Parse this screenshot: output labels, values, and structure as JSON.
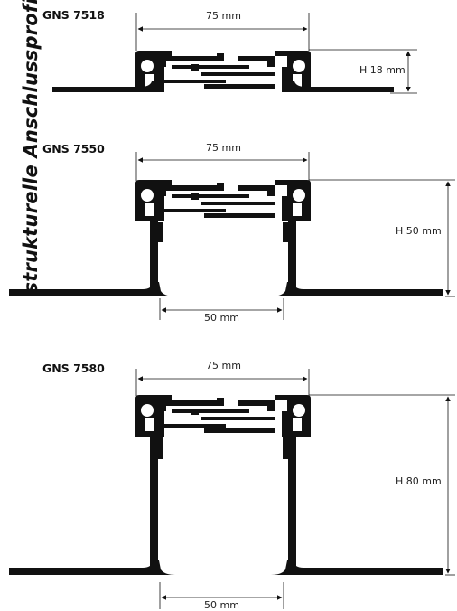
{
  "title": "strukturelle Anschlussprofile",
  "profiles": [
    {
      "name": "GNS 7518",
      "width_label": "75 mm",
      "height_label": "H 18 mm"
    },
    {
      "name": "GNS 7550",
      "width_label": "75 mm",
      "height_label": "H 50 mm",
      "gap_label": "50 mm"
    },
    {
      "name": "GNS 7580",
      "width_label": "75 mm",
      "height_label": "H 80 mm",
      "gap_label": "50 mm"
    }
  ]
}
